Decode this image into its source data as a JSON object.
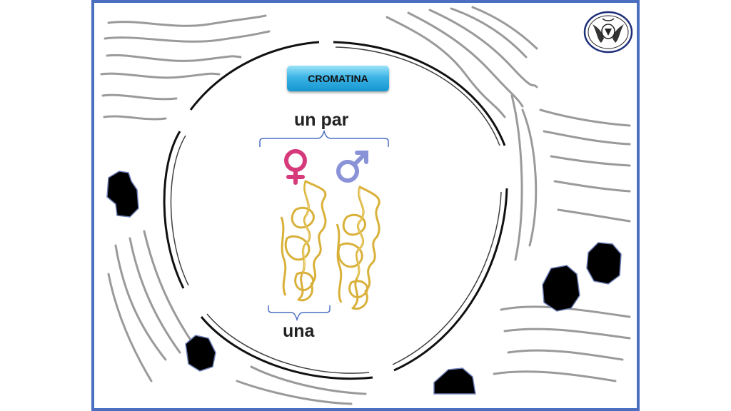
{
  "title_badge": "CROMATINA",
  "top_label": "un par",
  "bottom_label": "una",
  "symbols": {
    "female": {
      "glyph": "♀",
      "icon": "female-symbol-icon",
      "color": "#d63a7a"
    },
    "male": {
      "glyph": "♂",
      "icon": "male-symbol-icon",
      "color": "#8a92d8"
    }
  },
  "colors": {
    "frame": "#4a6fc0",
    "badge": "#2fa8df",
    "chromatin": "#d9b13a",
    "membrane": "#111111",
    "er_lines": "#9a9a9a",
    "blobs": "#000000"
  }
}
